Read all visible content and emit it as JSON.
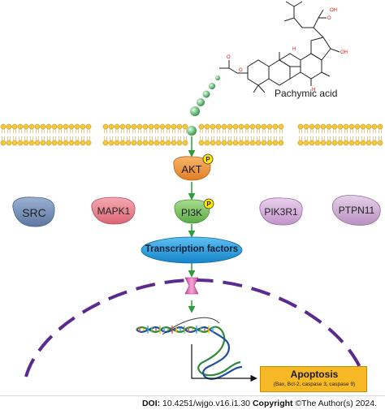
{
  "compound": {
    "name": "Pachymic acid"
  },
  "pathway": {
    "akt": "AKT",
    "pi3k": "PI3K",
    "phospho_badge": "P",
    "transcription_factors": "Transcription factors"
  },
  "proteins": {
    "src": "SRC",
    "mapk1": "MAPK1",
    "pik3r1": "PIK3R1",
    "ptpn11": "PTPN11"
  },
  "apoptosis": {
    "title": "Apoptosis",
    "markers": "(Bax,   Bcl-2,   caspase 3,   caspase 9)"
  },
  "footer": {
    "doi_label": "DOI:",
    "doi_value": " 10.4251/wjgo.v16.i1.30 ",
    "copyright_label": "Copyright",
    "copyright_value": " ©The Author(s) 2024."
  },
  "colors": {
    "membrane_head": "#f5c73a",
    "sphere": "#7ec98e",
    "akt": "#f29a3c",
    "pi3k": "#86c96e",
    "src": "#6f86ad",
    "mapk1": "#e9828e",
    "pik3r1": "#d2a6d8",
    "ptpn11": "#c9a9cf",
    "tf": "#1f9be0",
    "nucleus": "#5b2a8f",
    "arrow": "#2e9c3a",
    "apoptosis": "#f7b825"
  }
}
